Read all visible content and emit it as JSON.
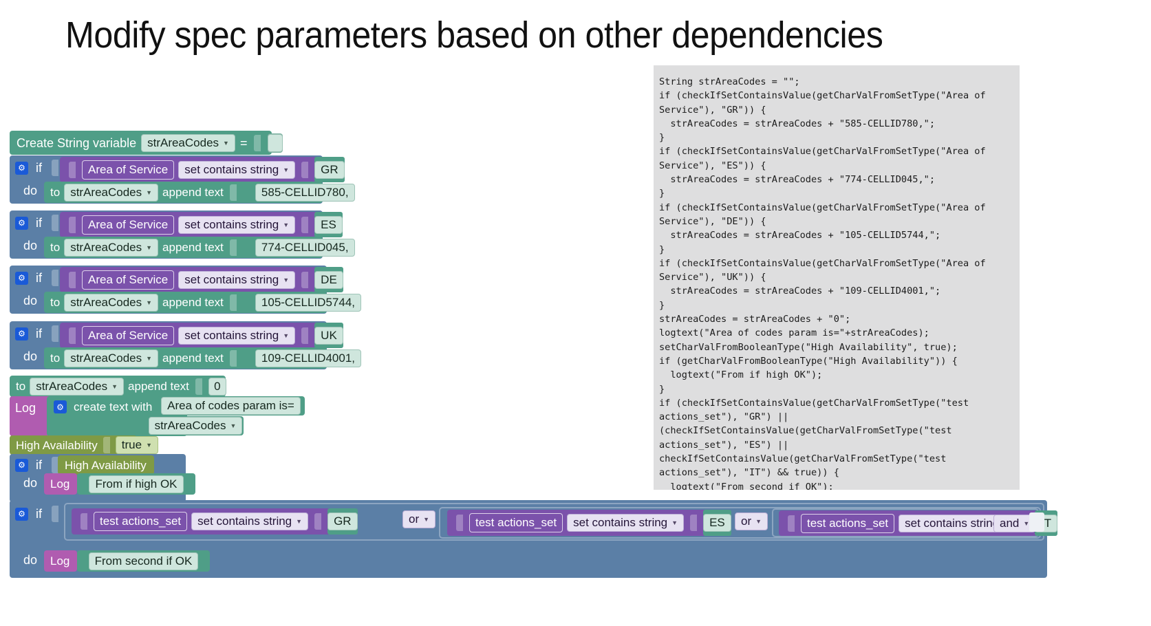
{
  "slide": {
    "title": "Modify spec parameters based on other dependencies"
  },
  "code_panel": {
    "language": "java-like pseudocode",
    "code": "String strAreaCodes = \"\";\nif (checkIfSetContainsValue(getCharValFromSetType(\"Area of Service\"), \"GR\")) {\n  strAreaCodes = strAreaCodes + \"585-CELLID780,\";\n}\nif (checkIfSetContainsValue(getCharValFromSetType(\"Area of Service\"), \"ES\")) {\n  strAreaCodes = strAreaCodes + \"774-CELLID045,\";\n}\nif (checkIfSetContainsValue(getCharValFromSetType(\"Area of Service\"), \"DE\")) {\n  strAreaCodes = strAreaCodes + \"105-CELLID5744,\";\n}\nif (checkIfSetContainsValue(getCharValFromSetType(\"Area of Service\"), \"UK\")) {\n  strAreaCodes = strAreaCodes + \"109-CELLID4001,\";\n}\nstrAreaCodes = strAreaCodes + \"0\";\nlogtext(\"Area of codes param is=\"+strAreaCodes);\nsetCharValFromBooleanType(\"High Availability\", true);\nif (getCharValFromBooleanType(\"High Availability\")) {\n  logtext(\"From if high OK\");\n}\nif (checkIfSetContainsValue(getCharValFromSetType(\"test actions_set\"), \"GR\") ||\n(checkIfSetContainsValue(getCharValFromSetType(\"test actions_set\"), \"ES\") || checkIfSetContainsValue(getCharValFromSetType(\"test actions_set\"), \"IT\") && true)) {\n  logtext(\"From second if OK\");\n}"
  },
  "workspace": {
    "create_var_block": {
      "label": "Create String variable",
      "variable": "strAreaCodes",
      "equals": "=",
      "value": ""
    },
    "if_blocks": [
      {
        "if_label": "if",
        "do_label": "do",
        "param": "Area of Service",
        "operator": "set contains string",
        "compare_value": "GR",
        "assign_to_label": "to",
        "assign_variable": "strAreaCodes",
        "append_label": "append text",
        "append_value": "585-CELLID780,"
      },
      {
        "if_label": "if",
        "do_label": "do",
        "param": "Area of Service",
        "operator": "set contains string",
        "compare_value": "ES",
        "assign_to_label": "to",
        "assign_variable": "strAreaCodes",
        "append_label": "append text",
        "append_value": "774-CELLID045,"
      },
      {
        "if_label": "if",
        "do_label": "do",
        "param": "Area of Service",
        "operator": "set contains string",
        "compare_value": "DE",
        "assign_to_label": "to",
        "assign_variable": "strAreaCodes",
        "append_label": "append text",
        "append_value": "105-CELLID5744,"
      },
      {
        "if_label": "if",
        "do_label": "do",
        "param": "Area of Service",
        "operator": "set contains string",
        "compare_value": "UK",
        "assign_to_label": "to",
        "assign_variable": "strAreaCodes",
        "append_label": "append text",
        "append_value": "109-CELLID4001,"
      }
    ],
    "append_zero_block": {
      "to_label": "to",
      "variable": "strAreaCodes",
      "append_label": "append text",
      "value": "0"
    },
    "log_join_block": {
      "log_label": "Log",
      "join_label": "create text with",
      "text_1": "Area of codes param is=",
      "text_2": "strAreaCodes"
    },
    "high_availability_set_block": {
      "label": "High Availability",
      "value": "true"
    },
    "if_high_block": {
      "if_label": "if",
      "condition": "High Availability",
      "do_label": "do",
      "log_label": "Log",
      "log_text": "From if high OK"
    },
    "second_if_block": {
      "if_label": "if",
      "do_label": "do",
      "log_label": "Log",
      "log_text": "From second if OK",
      "conditions": [
        {
          "param": "test actions_set",
          "operator": "set contains string",
          "compare_value": "GR"
        },
        {
          "param": "test actions_set",
          "operator": "set contains string",
          "compare_value": "ES"
        },
        {
          "param": "test actions_set",
          "operator": "set contains string",
          "compare_value": "IT"
        }
      ],
      "joiners": [
        "or",
        "or",
        "and"
      ]
    }
  },
  "colors": {
    "green": "#4f9e87",
    "purple": "#7b52ab",
    "control_blue": "#5b7fa6",
    "olive": "#7f9a45",
    "magenta": "#b05cb0",
    "code_bg": "#dededf"
  }
}
